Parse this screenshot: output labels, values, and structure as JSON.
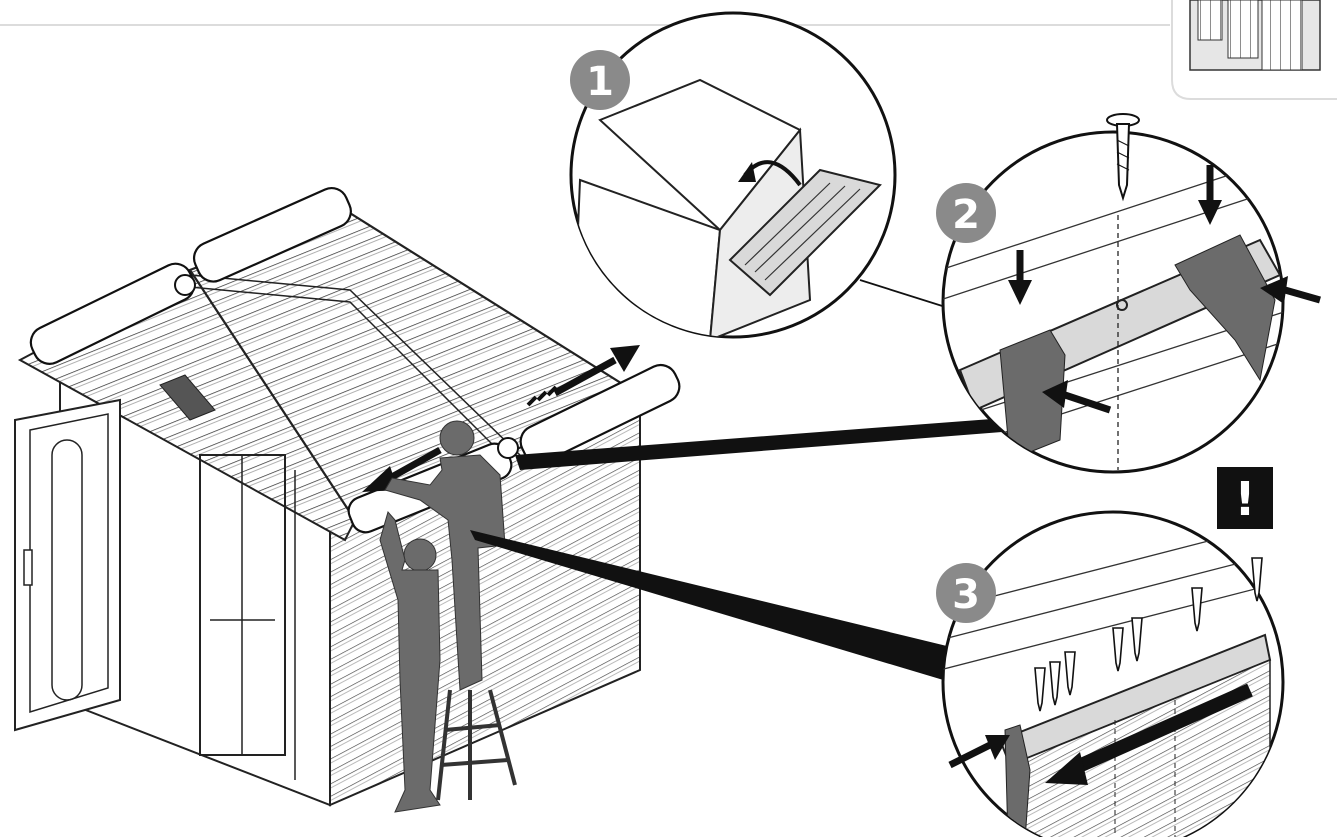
{
  "figure": {
    "subject": "shed-roof-ridge-cap-assembly",
    "steps": [
      {
        "number": "1"
      },
      {
        "number": "2"
      },
      {
        "number": "3"
      }
    ],
    "warning": {
      "symbol": "!"
    },
    "colors": {
      "line": "#222222",
      "badge": "#8a8a8a",
      "silhouette": "#6b6b6b",
      "warning_bg": "#111111",
      "panel_fill": "#d9d9d9"
    },
    "icons": [
      "screw-icon",
      "hand-icon",
      "rotate-arrow-icon",
      "push-arrow-icon",
      "warning-icon",
      "person-icon",
      "ladder-icon"
    ]
  }
}
